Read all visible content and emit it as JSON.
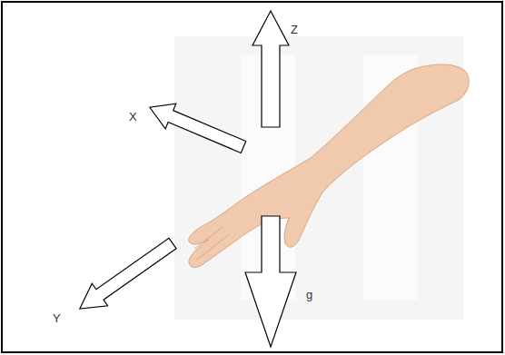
{
  "diagram": {
    "labels": [
      "Z",
      "X",
      "Y",
      "g"
    ]
  }
}
